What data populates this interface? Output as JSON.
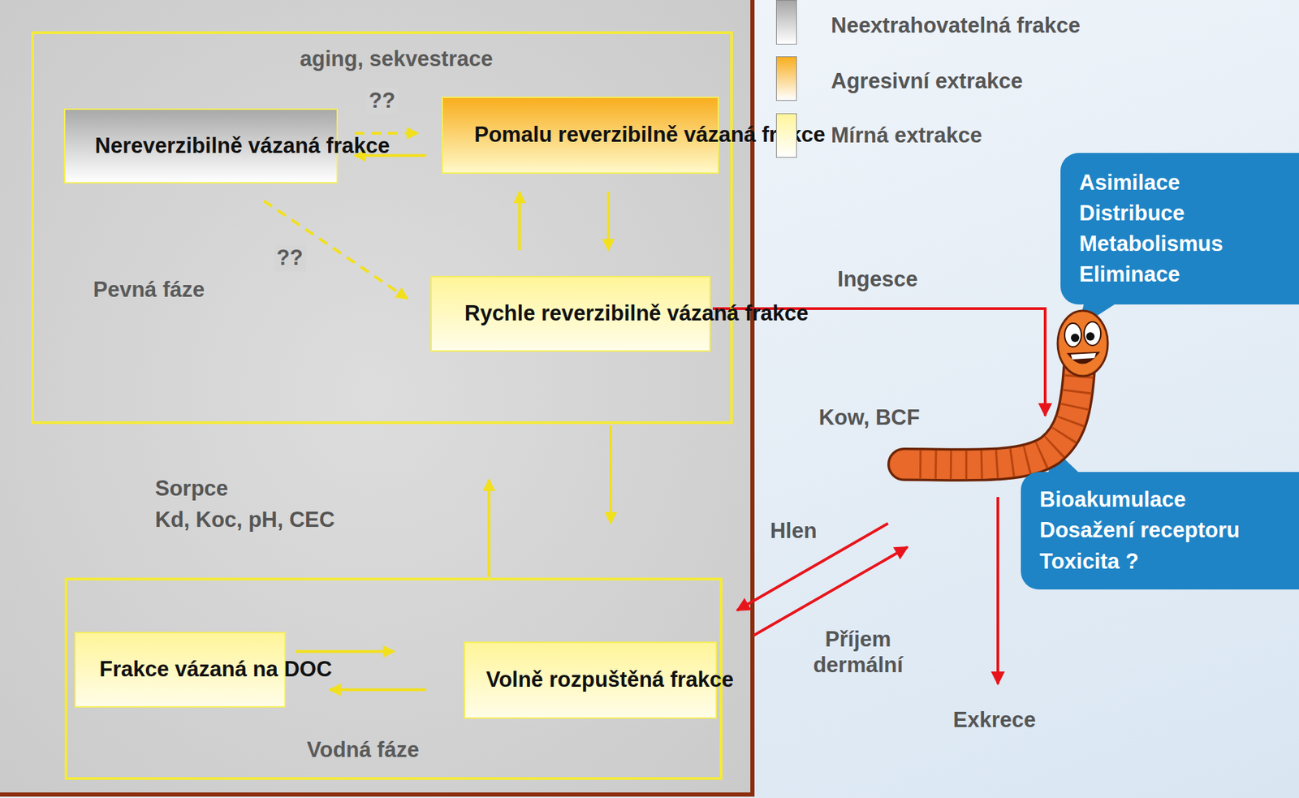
{
  "diagram": {
    "nodes": [
      {
        "text": [
          "aging, sekvestrace",
          "Pevná fáze"
        ]
      },
      {
        "text": [
          "Nereverzibilně vázaná frakce"
        ],
        "in": 0
      },
      {
        "text": [
          "Pomalu reverzibilně vázaná frakce"
        ],
        "in": 0
      },
      {
        "text": [
          "Rychle reverzibilně vázaná frakce"
        ],
        "in": 0
      },
      {
        "text": [
          "Vodná fáze"
        ]
      },
      {
        "text": [
          "Frakce vázaná na DOC"
        ],
        "in": 4
      },
      {
        "text": [
          "Volně rozpuštěná frakce"
        ],
        "in": 4
      },
      {
        "text": [
          "Asimilace",
          "Distribuce",
          "Metabolismus",
          "Eliminace"
        ]
      },
      {
        "text": [
          "Bioakumulace",
          "Dosažení receptoru",
          "Toxicita ?"
        ]
      }
    ],
    "edges": [
      {
        "from": 1,
        "to": 2,
        "arrow": "to",
        "label": "??"
      },
      {
        "from": 2,
        "to": 1,
        "arrow": "to"
      },
      {
        "from": 1,
        "to": 3,
        "arrow": "to",
        "label": "??"
      },
      {
        "from": 3,
        "to": 2,
        "arrow": "to"
      },
      {
        "from": 2,
        "to": 3,
        "arrow": "to"
      },
      {
        "from": 0,
        "to": 4,
        "arrow": "to"
      },
      {
        "from": 4,
        "to": 0,
        "arrow": "to"
      },
      {
        "from": 5,
        "to": 6,
        "arrow": "to"
      },
      {
        "from": 6,
        "to": 5,
        "arrow": "to"
      }
    ],
    "labels": [
      "Sorpce",
      "Kd, Koc, pH, CEC",
      "Ingesce",
      "Kow, BCF",
      "Hlen",
      "Příjem dermální",
      "Exkrece"
    ],
    "legend": [
      {
        "text": "Neextrahovatelná frakce",
        "color": "#a6a6a6"
      },
      {
        "text": "Agresivní extrakce",
        "color": "#f8ae1e"
      },
      {
        "text": "Mírná extrakce",
        "color": "#fff59a"
      }
    ]
  }
}
